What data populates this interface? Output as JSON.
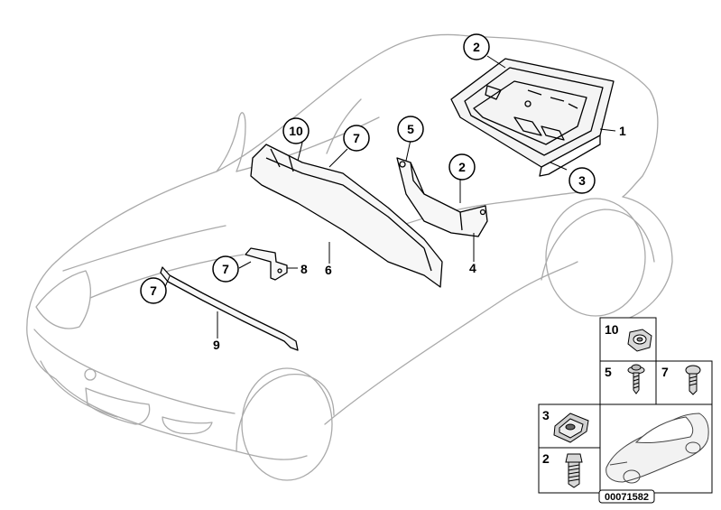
{
  "callouts": {
    "c2_top": "2",
    "c10": "10",
    "c7_top": "7",
    "c5": "5",
    "c2_mid": "2",
    "c3": "3",
    "c7_mid": "7",
    "c7_left": "7"
  },
  "labels": {
    "l1": "1",
    "l4": "4",
    "l6": "6",
    "l8": "8",
    "l9": "9"
  },
  "legend": {
    "n10": "10",
    "n5": "5",
    "n7": "7",
    "n3": "3",
    "n2": "2"
  },
  "diagram_code": "00071582"
}
